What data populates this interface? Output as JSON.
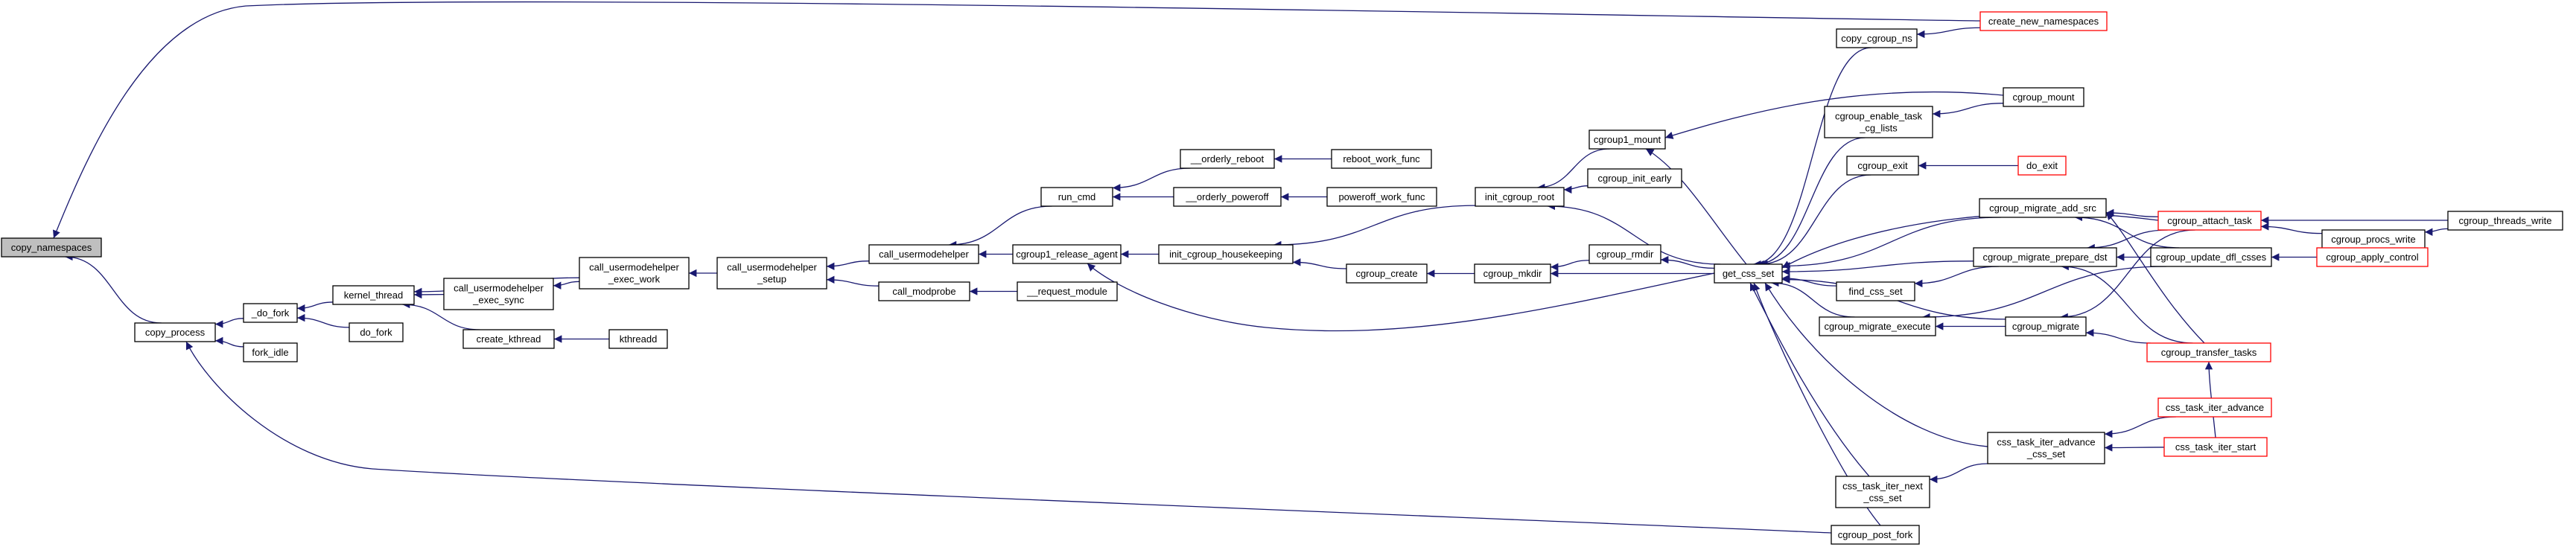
{
  "diagram": {
    "title": "",
    "colors": {
      "edge": "#191970",
      "node_border": "#000000",
      "truncated_border": "#ff0000",
      "root_fill": "#bfbfbf"
    },
    "nodes": [
      {
        "id": "copy_namespaces",
        "lines": [
          "copy_namespaces"
        ],
        "root": true
      },
      {
        "id": "copy_process",
        "lines": [
          "copy_process"
        ]
      },
      {
        "id": "_do_fork",
        "lines": [
          "_do_fork"
        ]
      },
      {
        "id": "fork_idle",
        "lines": [
          "fork_idle"
        ]
      },
      {
        "id": "kernel_thread",
        "lines": [
          "kernel_thread"
        ]
      },
      {
        "id": "do_fork",
        "lines": [
          "do_fork"
        ]
      },
      {
        "id": "call_usermodehelper_exec_sync",
        "lines": [
          "call_usermodehelper",
          "_exec_sync"
        ]
      },
      {
        "id": "create_kthread",
        "lines": [
          "create_kthread"
        ]
      },
      {
        "id": "kthreadd",
        "lines": [
          "kthreadd"
        ]
      },
      {
        "id": "call_usermodehelper_exec_work",
        "lines": [
          "call_usermodehelper",
          "_exec_work"
        ]
      },
      {
        "id": "call_usermodehelper_setup",
        "lines": [
          "call_usermodehelper",
          "_setup"
        ]
      },
      {
        "id": "call_usermodehelper",
        "lines": [
          "call_usermodehelper"
        ]
      },
      {
        "id": "call_modprobe",
        "lines": [
          "call_modprobe"
        ]
      },
      {
        "id": "__request_module",
        "lines": [
          "__request_module"
        ]
      },
      {
        "id": "run_cmd",
        "lines": [
          "run_cmd"
        ]
      },
      {
        "id": "__orderly_reboot",
        "lines": [
          "__orderly_reboot"
        ]
      },
      {
        "id": "__orderly_poweroff",
        "lines": [
          "__orderly_poweroff"
        ]
      },
      {
        "id": "reboot_work_func",
        "lines": [
          "reboot_work_func"
        ]
      },
      {
        "id": "poweroff_work_func",
        "lines": [
          "poweroff_work_func"
        ]
      },
      {
        "id": "cgroup1_release_agent",
        "lines": [
          "cgroup1_release_agent"
        ]
      },
      {
        "id": "init_cgroup_housekeeping",
        "lines": [
          "init_cgroup_housekeeping"
        ]
      },
      {
        "id": "init_cgroup_root",
        "lines": [
          "init_cgroup_root"
        ]
      },
      {
        "id": "cgroup_create",
        "lines": [
          "cgroup_create"
        ]
      },
      {
        "id": "cgroup_mkdir",
        "lines": [
          "cgroup_mkdir"
        ]
      },
      {
        "id": "cgroup_rmdir",
        "lines": [
          "cgroup_rmdir"
        ]
      },
      {
        "id": "cgroup1_mount",
        "lines": [
          "cgroup1_mount"
        ]
      },
      {
        "id": "cgroup_init_early",
        "lines": [
          "cgroup_init_early"
        ]
      },
      {
        "id": "get_css_set",
        "lines": [
          "get_css_set"
        ]
      },
      {
        "id": "copy_cgroup_ns",
        "lines": [
          "copy_cgroup_ns"
        ]
      },
      {
        "id": "create_new_namespaces",
        "lines": [
          "create_new_namespaces"
        ],
        "truncated": true
      },
      {
        "id": "cgroup_enable_task_cg_lists",
        "lines": [
          "cgroup_enable_task",
          "_cg_lists"
        ]
      },
      {
        "id": "cgroup_mount",
        "lines": [
          "cgroup_mount"
        ]
      },
      {
        "id": "cgroup_exit",
        "lines": [
          "cgroup_exit"
        ]
      },
      {
        "id": "do_exit",
        "lines": [
          "do_exit"
        ],
        "truncated": true
      },
      {
        "id": "cgroup_migrate_add_src",
        "lines": [
          "cgroup_migrate_add_src"
        ]
      },
      {
        "id": "cgroup_migrate_prepare_dst",
        "lines": [
          "cgroup_migrate_prepare_dst"
        ]
      },
      {
        "id": "find_css_set",
        "lines": [
          "find_css_set"
        ]
      },
      {
        "id": "cgroup_migrate_execute",
        "lines": [
          "cgroup_migrate_execute"
        ]
      },
      {
        "id": "cgroup_migrate",
        "lines": [
          "cgroup_migrate"
        ]
      },
      {
        "id": "cgroup_attach_task",
        "lines": [
          "cgroup_attach_task"
        ],
        "truncated": true
      },
      {
        "id": "cgroup_procs_write",
        "lines": [
          "cgroup_procs_write"
        ]
      },
      {
        "id": "cgroup_threads_write",
        "lines": [
          "cgroup_threads_write"
        ]
      },
      {
        "id": "cgroup_update_dfl_csses",
        "lines": [
          "cgroup_update_dfl_csses"
        ]
      },
      {
        "id": "cgroup_apply_control",
        "lines": [
          "cgroup_apply_control"
        ],
        "truncated": true
      },
      {
        "id": "cgroup_transfer_tasks",
        "lines": [
          "cgroup_transfer_tasks"
        ],
        "truncated": true
      },
      {
        "id": "css_task_iter_advance",
        "lines": [
          "css_task_iter_advance"
        ],
        "truncated": true
      },
      {
        "id": "css_task_iter_start",
        "lines": [
          "css_task_iter_start"
        ],
        "truncated": true
      },
      {
        "id": "css_task_iter_advance_css_set",
        "lines": [
          "css_task_iter_advance",
          "_css_set"
        ]
      },
      {
        "id": "css_task_iter_next_css_set",
        "lines": [
          "css_task_iter_next",
          "_css_set"
        ]
      },
      {
        "id": "cgroup_post_fork",
        "lines": [
          "cgroup_post_fork"
        ]
      }
    ],
    "edges": [
      [
        "copy_process",
        "copy_namespaces"
      ],
      [
        "create_new_namespaces",
        "copy_namespaces"
      ],
      [
        "_do_fork",
        "copy_process"
      ],
      [
        "fork_idle",
        "copy_process"
      ],
      [
        "kernel_thread",
        "_do_fork"
      ],
      [
        "do_fork",
        "_do_fork"
      ],
      [
        "call_usermodehelper_exec_sync",
        "kernel_thread"
      ],
      [
        "create_kthread",
        "kernel_thread"
      ],
      [
        "call_usermodehelper_exec_work",
        "kernel_thread"
      ],
      [
        "kthreadd",
        "create_kthread"
      ],
      [
        "call_usermodehelper_exec_work",
        "call_usermodehelper_exec_sync"
      ],
      [
        "call_usermodehelper_setup",
        "call_usermodehelper_exec_work"
      ],
      [
        "call_usermodehelper",
        "call_usermodehelper_setup"
      ],
      [
        "call_modprobe",
        "call_usermodehelper_setup"
      ],
      [
        "__request_module",
        "call_modprobe"
      ],
      [
        "run_cmd",
        "call_usermodehelper"
      ],
      [
        "cgroup1_release_agent",
        "call_usermodehelper"
      ],
      [
        "__orderly_reboot",
        "run_cmd"
      ],
      [
        "__orderly_poweroff",
        "run_cmd"
      ],
      [
        "reboot_work_func",
        "__orderly_reboot"
      ],
      [
        "poweroff_work_func",
        "__orderly_poweroff"
      ],
      [
        "init_cgroup_housekeeping",
        "cgroup1_release_agent"
      ],
      [
        "get_css_set",
        "cgroup1_release_agent"
      ],
      [
        "init_cgroup_root",
        "init_cgroup_housekeeping"
      ],
      [
        "cgroup_create",
        "init_cgroup_housekeeping"
      ],
      [
        "cgroup1_mount",
        "init_cgroup_root"
      ],
      [
        "cgroup_init_early",
        "init_cgroup_root"
      ],
      [
        "get_css_set",
        "init_cgroup_root"
      ],
      [
        "cgroup_mkdir",
        "cgroup_create"
      ],
      [
        "cgroup_rmdir",
        "cgroup_mkdir"
      ],
      [
        "get_css_set",
        "cgroup_mkdir"
      ],
      [
        "get_css_set",
        "cgroup_rmdir"
      ],
      [
        "cgroup_mount",
        "cgroup1_mount"
      ],
      [
        "get_css_set",
        "cgroup1_mount"
      ],
      [
        "copy_cgroup_ns",
        "get_css_set"
      ],
      [
        "cgroup_enable_task_cg_lists",
        "get_css_set"
      ],
      [
        "cgroup_exit",
        "get_css_set"
      ],
      [
        "cgroup_attach_task",
        "get_css_set"
      ],
      [
        "cgroup_migrate_add_src",
        "get_css_set"
      ],
      [
        "cgroup_migrate_prepare_dst",
        "get_css_set"
      ],
      [
        "find_css_set",
        "get_css_set"
      ],
      [
        "cgroup_migrate_execute",
        "get_css_set"
      ],
      [
        "cgroup_migrate",
        "get_css_set"
      ],
      [
        "css_task_iter_advance_css_set",
        "get_css_set"
      ],
      [
        "css_task_iter_next_css_set",
        "get_css_set"
      ],
      [
        "cgroup_post_fork",
        "get_css_set"
      ],
      [
        "create_new_namespaces",
        "copy_cgroup_ns"
      ],
      [
        "cgroup_mount",
        "cgroup_enable_task_cg_lists"
      ],
      [
        "do_exit",
        "cgroup_exit"
      ],
      [
        "cgroup_attach_task",
        "cgroup_migrate_add_src"
      ],
      [
        "cgroup_update_dfl_csses",
        "cgroup_migrate_add_src"
      ],
      [
        "cgroup_transfer_tasks",
        "cgroup_migrate_add_src"
      ],
      [
        "cgroup_attach_task",
        "cgroup_migrate_prepare_dst"
      ],
      [
        "cgroup_update_dfl_csses",
        "cgroup_migrate_prepare_dst"
      ],
      [
        "cgroup_transfer_tasks",
        "cgroup_migrate_prepare_dst"
      ],
      [
        "cgroup_migrate_prepare_dst",
        "find_css_set"
      ],
      [
        "cgroup_migrate",
        "cgroup_migrate_execute"
      ],
      [
        "cgroup_update_dfl_csses",
        "cgroup_migrate_execute"
      ],
      [
        "cgroup_attach_task",
        "cgroup_migrate"
      ],
      [
        "cgroup_transfer_tasks",
        "cgroup_migrate"
      ],
      [
        "cgroup_procs_write",
        "cgroup_attach_task"
      ],
      [
        "cgroup_threads_write",
        "cgroup_attach_task"
      ],
      [
        "cgroup_threads_write",
        "cgroup_procs_write"
      ],
      [
        "cgroup_apply_control",
        "cgroup_update_dfl_csses"
      ],
      [
        "css_task_iter_advance",
        "css_task_iter_advance_css_set"
      ],
      [
        "css_task_iter_start",
        "css_task_iter_advance_css_set"
      ],
      [
        "css_task_iter_start",
        "cgroup_transfer_tasks"
      ],
      [
        "css_task_iter_advance_css_set",
        "css_task_iter_next_css_set"
      ],
      [
        "cgroup_post_fork",
        "copy_process"
      ]
    ]
  }
}
